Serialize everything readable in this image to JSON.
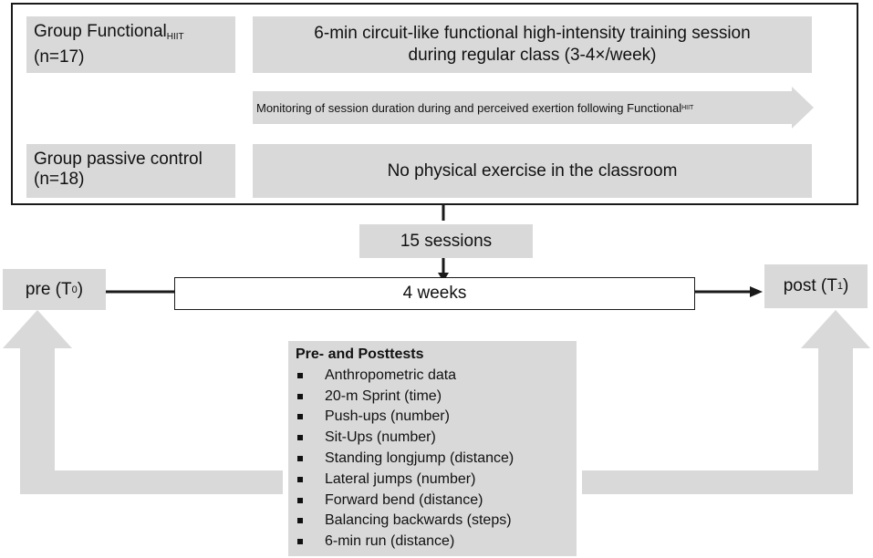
{
  "groups": {
    "functional": {
      "name": "Group Functional",
      "sub": "HIIT",
      "n": "(n=17)",
      "description_line1": "6-min circuit-like functional high-intensity training session",
      "description_line2": "during regular class (3-4×/week)"
    },
    "control": {
      "name": "Group passive control",
      "n": "(n=18)",
      "description": "No physical exercise in the classroom"
    }
  },
  "monitoring": {
    "text": "Monitoring of session duration during and perceived exertion following Functional",
    "sub": "HIIT"
  },
  "sessions": "15 sessions",
  "timeline": {
    "pre_label": "pre (T",
    "pre_sub": "0",
    "pre_close": ")",
    "duration": "4 weeks",
    "post_label": "post (T",
    "post_sub": "1",
    "post_close": ")"
  },
  "tests": {
    "title": "Pre- and Posttests",
    "items": [
      "Anthropometric data",
      "20-m Sprint (time)",
      "Push-ups (number)",
      "Sit-Ups (number)",
      "Standing longjump (distance)",
      "Lateral jumps (number)",
      "Forward bend (distance)",
      "Balancing backwards (steps)",
      "6-min run (distance)"
    ]
  },
  "colors": {
    "box_fill": "#d9d9d9",
    "arrow_gray": "#d9d9d9",
    "line": "#1a1a1a"
  }
}
